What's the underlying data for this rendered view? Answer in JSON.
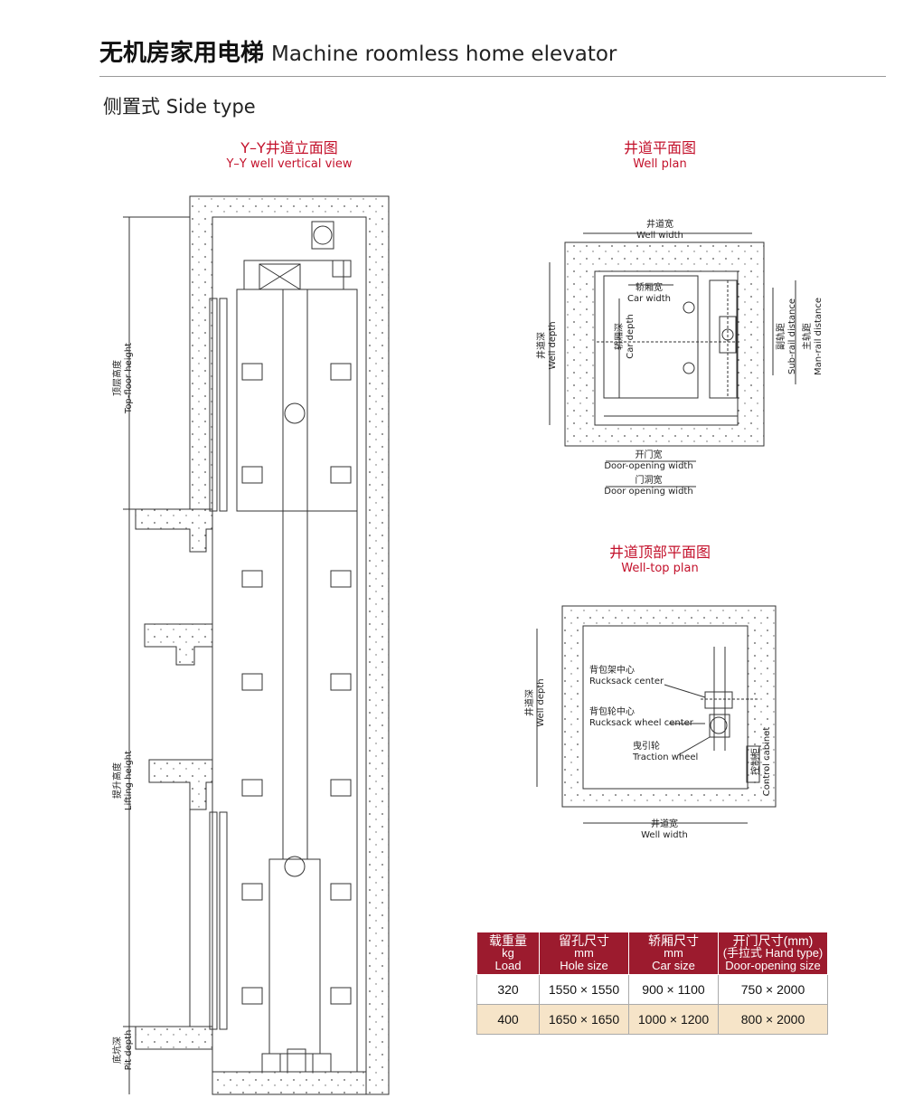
{
  "header": {
    "title_cn": "无机房家用电梯",
    "title_en": "Machine roomless home elevator"
  },
  "subtitle": {
    "cn": "侧置式",
    "en": "Side type"
  },
  "vertical_view": {
    "caption_cn": "Y–Y井道立面图",
    "caption_en": "Y–Y well vertical view",
    "top_floor_cn": "顶层高度",
    "top_floor_en": "Top-floor height",
    "lifting_cn": "提升高度",
    "lifting_en": "Lifting height",
    "pit_cn": "底坑深",
    "pit_en": "Pit depth"
  },
  "well_plan": {
    "caption_cn": "井道平面图",
    "caption_en": "Well plan",
    "well_width_cn": "井道宽",
    "well_width_en": "Well width",
    "car_width_cn": "轿厢宽",
    "car_width_en": "Car width",
    "well_depth_cn": "井道深",
    "well_depth_en": "Well depth",
    "car_depth_cn": "轿厢深",
    "car_depth_en": "Car depth",
    "sub_rail_cn": "副轨距",
    "sub_rail_en": "Sub-rail distance",
    "main_rail_cn": "主轨距",
    "main_rail_en": "Man-rail distance",
    "door_opening_cn": "开门宽",
    "door_opening_en": "Door-opening width",
    "door_hole_cn": "门洞宽",
    "door_hole_en": "Door opening width"
  },
  "well_top": {
    "caption_cn": "井道顶部平面图",
    "caption_en": "Well-top plan",
    "rucksack_center_cn": "背包架中心",
    "rucksack_center_en": "Rucksack center",
    "rucksack_wheel_cn": "背包轮中心",
    "rucksack_wheel_en": "Rucksack wheel center",
    "traction_cn": "曳引轮",
    "traction_en": "Traction wheel",
    "well_depth_cn": "井道深",
    "well_depth_en": "Well depth",
    "well_width_cn": "井道宽",
    "well_width_en": "Well width",
    "control_cn": "控制柜",
    "control_en": "Control cabinet"
  },
  "table": {
    "headers": [
      {
        "cn": "载重量",
        "unit": "kg",
        "en": "Load"
      },
      {
        "cn": "留孔尺寸",
        "unit": "mm",
        "en": "Hole size"
      },
      {
        "cn": "轿厢尺寸",
        "unit": "mm",
        "en": "Car size"
      },
      {
        "cn": "开门尺寸(mm)",
        "unit": "(手拉式 Hand type)",
        "en": "Door-opening size"
      }
    ],
    "rows": [
      [
        "320",
        "1550 × 1550",
        "900 × 1100",
        "750 × 2000"
      ],
      [
        "400",
        "1650 × 1650",
        "1000 × 1200",
        "800 × 2000"
      ]
    ]
  },
  "colors": {
    "caption_red": "#c3112b",
    "table_header": "#9c1b2e",
    "table_alt_row": "#f6e4c8"
  }
}
